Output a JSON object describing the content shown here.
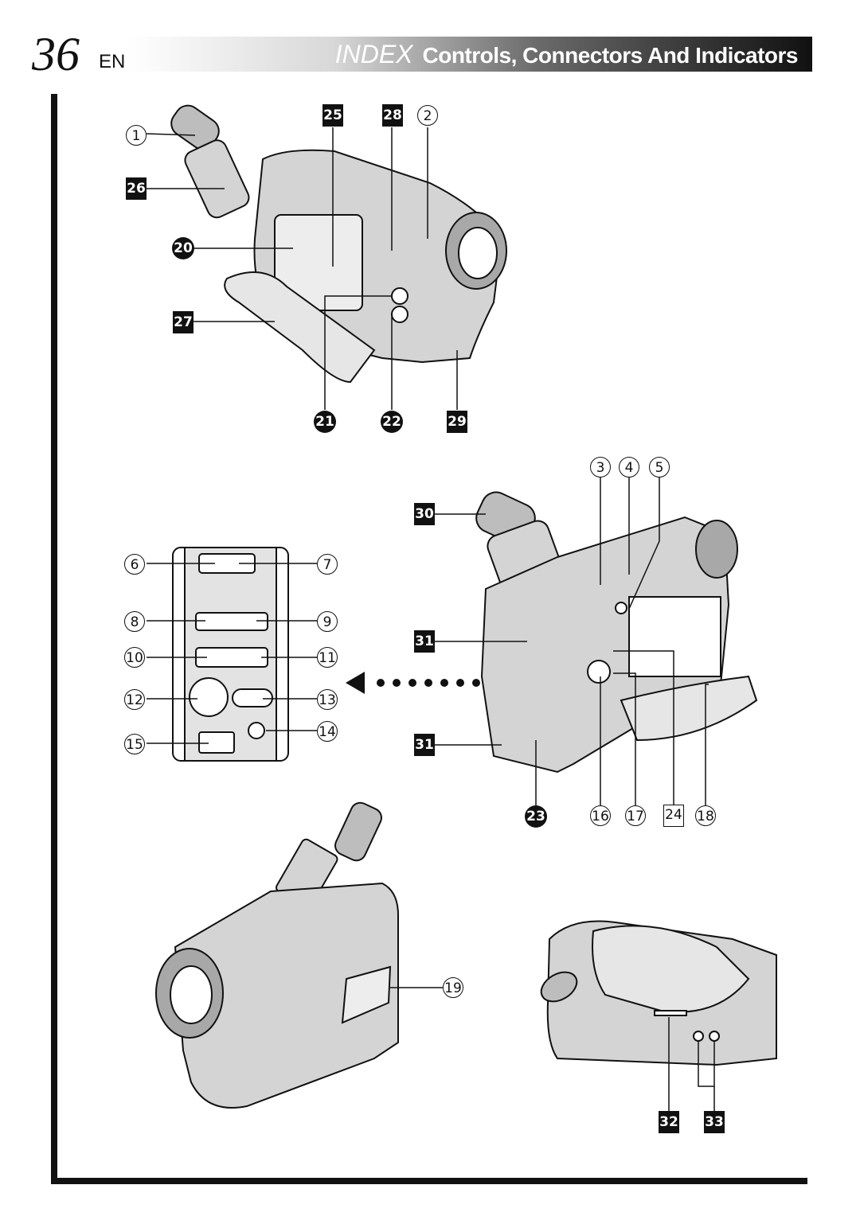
{
  "header": {
    "page_number": "36",
    "language": "EN",
    "section": "INDEX",
    "title": "Controls, Connectors And Indicators"
  },
  "callouts": {
    "n1": "1",
    "n2": "2",
    "n3": "3",
    "n4": "4",
    "n5": "5",
    "n6": "6",
    "n7": "7",
    "n8": "8",
    "n9": "9",
    "n10": "10",
    "n11": "11",
    "n12": "12",
    "n13": "13",
    "n14": "14",
    "n15": "15",
    "n16": "16",
    "n17": "17",
    "n18": "18",
    "n19": "19",
    "n20": "20",
    "n21": "21",
    "n22": "22",
    "n23": "23",
    "n24": "24",
    "n25": "25",
    "n26": "26",
    "n27": "27",
    "n28": "28",
    "n29": "29",
    "n30": "30",
    "n31": "31",
    "n32": "32",
    "n33": "33"
  },
  "colors": {
    "ink": "#111111",
    "body_gray": "#d4d4d4",
    "shade_gray": "#a8a8a8",
    "paper": "#ffffff"
  }
}
